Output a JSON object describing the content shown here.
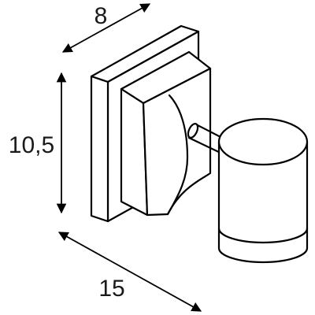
{
  "dimensions": {
    "depth": "8",
    "height": "10,5",
    "width": "15"
  }
}
